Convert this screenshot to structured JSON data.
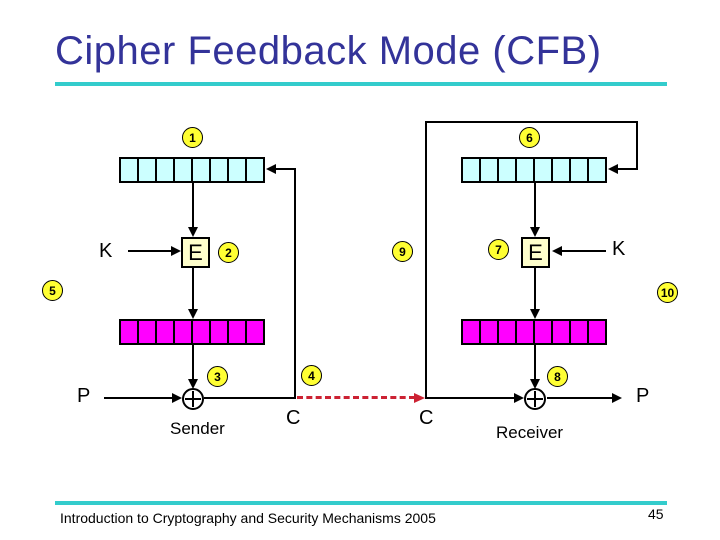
{
  "slide": {
    "title": "Cipher Feedback Mode (CFB)",
    "footer": {
      "text": "Introduction to Cryptography and Security Mechanisms 2005",
      "page_number": "45"
    }
  },
  "diagram": {
    "sender": {
      "label": "Sender",
      "key": "K",
      "plaintext": "P",
      "ciphertext": "C",
      "encrypt": "E",
      "steps": [
        "1",
        "2",
        "3",
        "4",
        "5"
      ]
    },
    "receiver": {
      "label": "Receiver",
      "key": "K",
      "plaintext": "P",
      "ciphertext": "C",
      "encrypt": "E",
      "steps": [
        "6",
        "7",
        "8",
        "9",
        "10"
      ]
    },
    "register_cells": 8,
    "colors": {
      "title": "#333399",
      "rule": "#33CCCC",
      "shift_register_fill": "#CCFFFF",
      "output_register_fill": "#FF00FF",
      "encrypt_box_fill": "#FFFFCC",
      "step_badge_fill": "#FFFF33",
      "channel_arrow": "#CC2233"
    }
  }
}
